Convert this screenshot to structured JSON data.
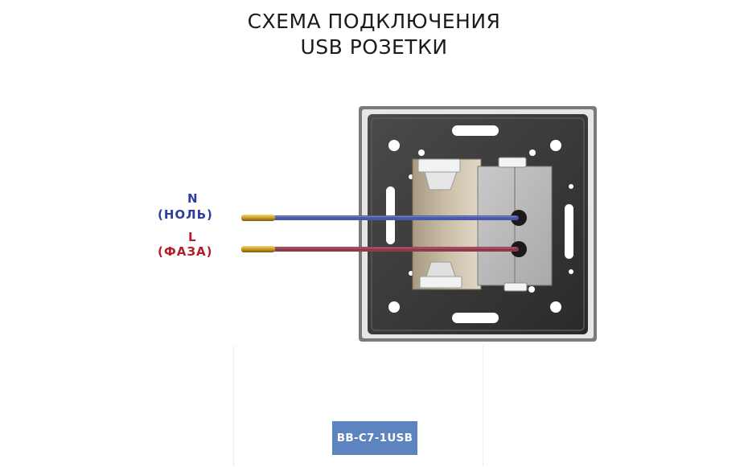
{
  "title": {
    "line1": "СХЕМА ПОДКЛЮЧЕНИЯ",
    "line2": "USB РОЗЕТКИ"
  },
  "wires": {
    "neutral": {
      "letter": "N",
      "name": "(НОЛЬ)",
      "color": "#4a58a6"
    },
    "phase": {
      "letter": "L",
      "name": "(ФАЗА)",
      "color": "#8e3a4a"
    }
  },
  "model_badge": {
    "label": "BB-C7-1USB",
    "color": "#5d84bf"
  }
}
